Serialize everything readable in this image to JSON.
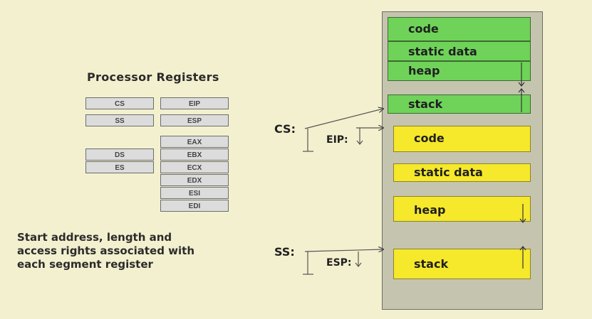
{
  "title": "Processor Registers",
  "registers": {
    "cs": "CS",
    "ss": "SS",
    "ds": "DS",
    "es": "ES",
    "eip": "EIP",
    "esp": "ESP",
    "eax": "EAX",
    "ebx": "EBX",
    "ecx": "ECX",
    "edx": "EDX",
    "esi": "ESI",
    "edi": "EDI"
  },
  "caption": {
    "line1": "Start address, length and",
    "line2": "access rights associated with",
    "line3": "each segment register"
  },
  "pointers": {
    "cs_label": "CS:",
    "eip_label": "EIP:",
    "ss_label": "SS:",
    "esp_label": "ESP:"
  },
  "memory": {
    "green_segments": [
      "code",
      "static data",
      "heap",
      "stack"
    ],
    "yellow_segments": [
      "code",
      "static data",
      "heap",
      "stack"
    ]
  },
  "colors": {
    "background": "#f3f0cf",
    "green": "#6fd35a",
    "yellow": "#f6e82a",
    "memory": "#c5c4af",
    "register": "#dcdcdc"
  }
}
